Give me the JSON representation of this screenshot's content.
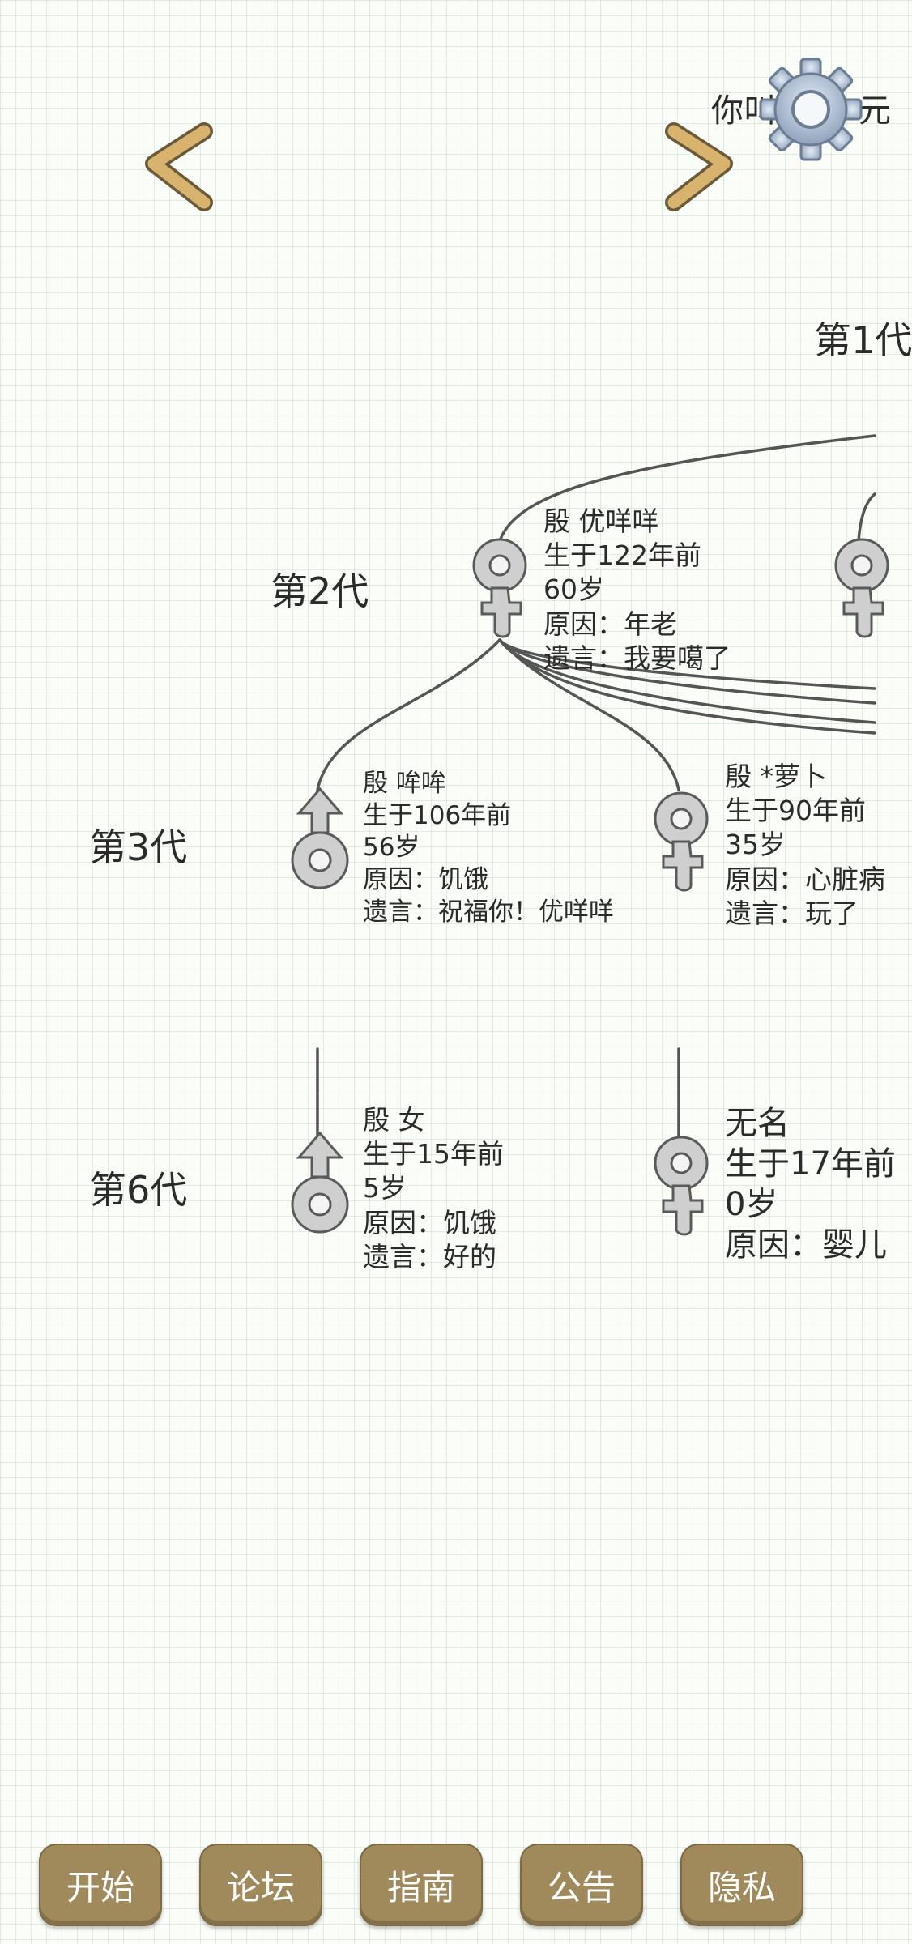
{
  "header": {
    "back_icon": "chevron-left-icon",
    "forward_icon": "chevron-right-icon",
    "title_fragment": "你叫",
    "title_fragment_tail": "元",
    "settings_icon": "gear-icon"
  },
  "generations": {
    "gen1_label": "第1代",
    "gen2_label": "第2代",
    "gen3_label": "第3代",
    "gen6_label": "第6代"
  },
  "people": [
    {
      "gender": "female",
      "name": "殷 优咩咩",
      "born": "生于122年前",
      "age": "60岁",
      "cause": "原因：年老",
      "last_words": "遗言：我要噶了"
    },
    {
      "gender": "male",
      "name": "殷 哞哞",
      "born": "生于106年前",
      "age": "56岁",
      "cause": "原因：饥饿",
      "last_words": "遗言：祝福你！优咩咩"
    },
    {
      "gender": "female",
      "name": "殷 *萝卜",
      "born": "生于90年前",
      "age": "35岁",
      "cause": "原因：心脏病",
      "last_words": "遗言：玩了"
    },
    {
      "gender": "male",
      "name": "殷 女",
      "born": "生于15年前",
      "age": "5岁",
      "cause": "原因：饥饿",
      "last_words": "遗言：好的"
    },
    {
      "gender": "female",
      "name": "无名",
      "born": "生于17年前",
      "age": "0岁",
      "cause": "原因：婴儿"
    }
  ],
  "bottom_nav": {
    "start": "开始",
    "forum": "论坛",
    "guide": "指南",
    "notice": "公告",
    "privacy": "隐私"
  },
  "colors": {
    "nav_button": "#a08a5c",
    "arrow": "#d8b36e",
    "grid": "#bcd9c2",
    "symbol": "#c9c9c9"
  }
}
